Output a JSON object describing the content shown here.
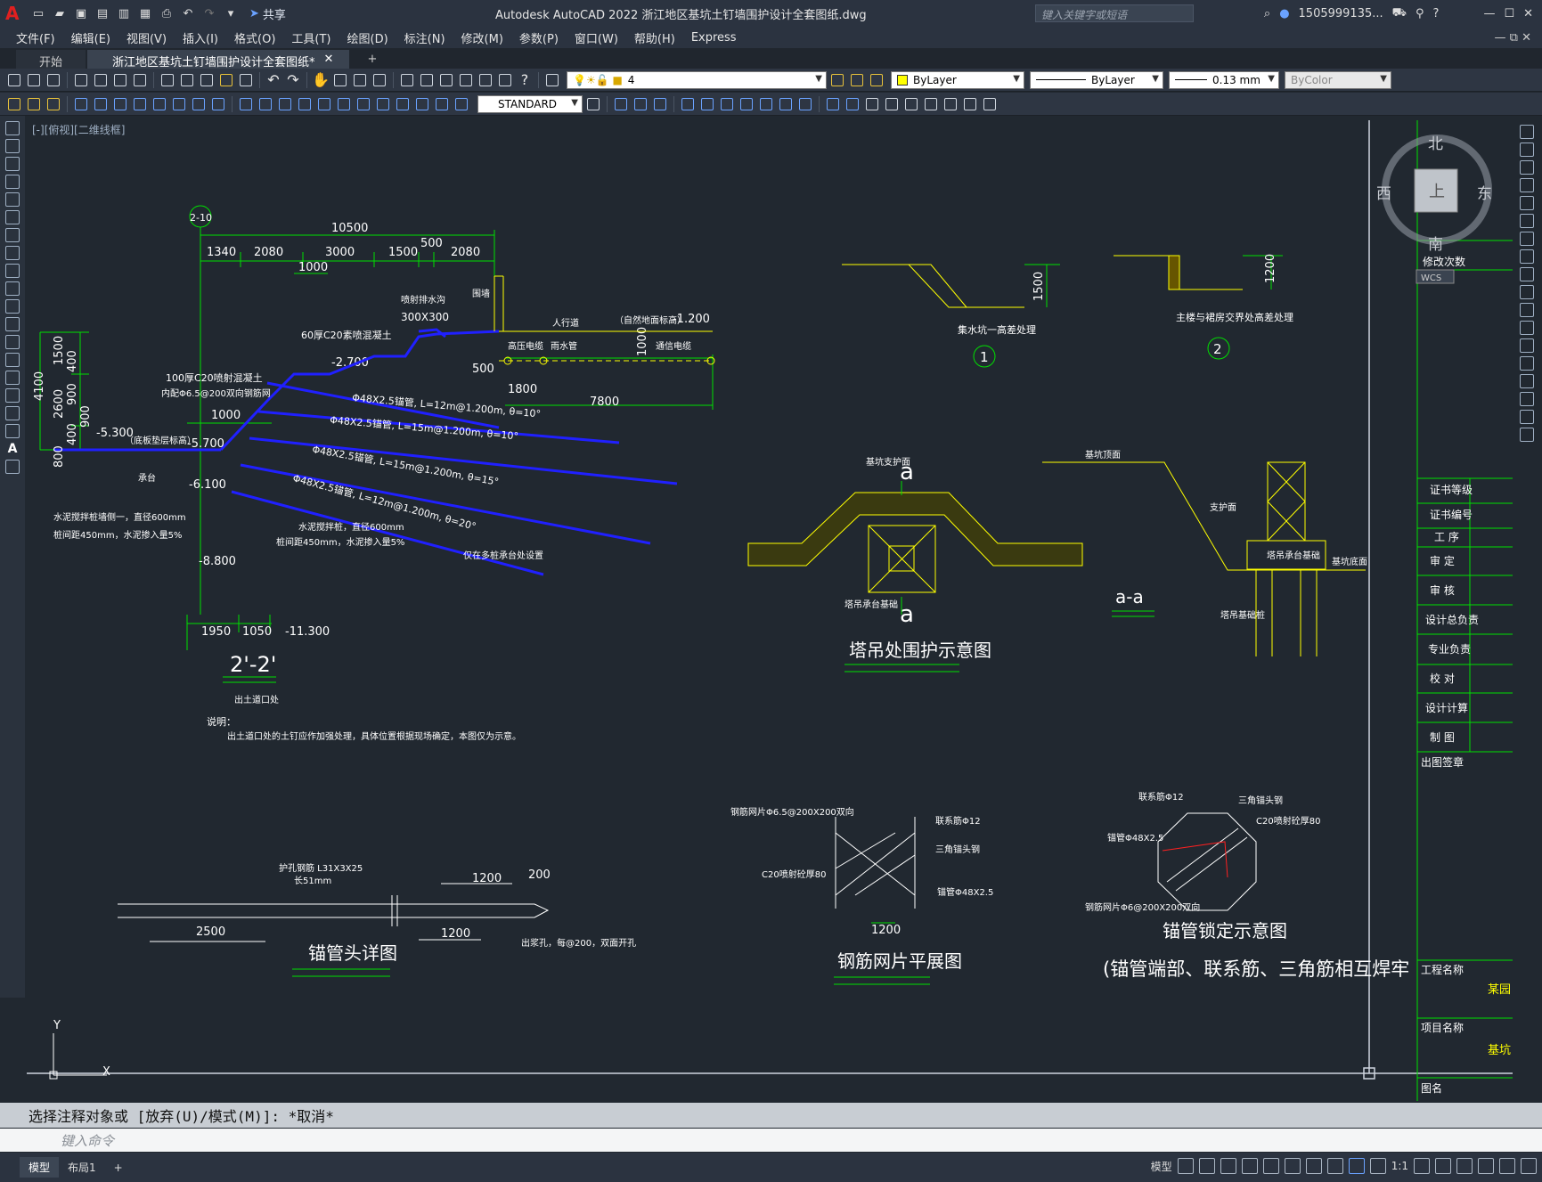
{
  "app": {
    "logo": "A",
    "title": "Autodesk AutoCAD 2022    浙江地区基坑土钉墙围护设计全套图纸.dwg",
    "share": "共享",
    "search_placeholder": "键入关键字或短语",
    "user": "1505999135...",
    "help": "?"
  },
  "menu": [
    "文件(F)",
    "编辑(E)",
    "视图(V)",
    "插入(I)",
    "格式(O)",
    "工具(T)",
    "绘图(D)",
    "标注(N)",
    "修改(M)",
    "参数(P)",
    "窗口(W)",
    "帮助(H)",
    "Express"
  ],
  "tabs": [
    "开始",
    "浙江地区基坑土钉墙围护设计全套图纸*"
  ],
  "toolbar": {
    "layer": "4",
    "color": "ByLayer",
    "linetype": "ByLayer",
    "lineweight": "0.13 mm",
    "plotstyle": "ByColor",
    "textstyle": "STANDARD"
  },
  "viewport": {
    "label": "[-][俯视][二维线框]"
  },
  "viewcube": {
    "north": "北",
    "south": "南",
    "east": "东",
    "west": "西",
    "top": "上",
    "wcs": "WCS"
  },
  "command": {
    "history": "选择注释对象或 [放弃(U)/模式(M)]: *取消*",
    "placeholder": "键入命令"
  },
  "status": {
    "model": "模型",
    "layout": "布局1",
    "add": "+",
    "model_right": "模型",
    "scale": "1:1"
  },
  "drawing": {
    "sec": {
      "id": "2-10",
      "total": "10500",
      "d1": "1340",
      "d2": "2080",
      "d3": "3000",
      "d4": "1500",
      "d5": "500",
      "d6": "2080",
      "d7": "1000",
      "l1": "喷射排水沟",
      "l1b": "300X300",
      "l2": "围墙",
      "l3": "人行道",
      "l4": "（自然地面标高）",
      "l4v": "-1.200",
      "l5": "60厚C20素喷混凝土",
      "l6": "-2.700",
      "l7": "100厚C20喷射混凝土",
      "l7b": "内配Φ6.5@200双向钢筋网",
      "l8": "高压电缆",
      "l9": "雨水管",
      "l10": "通信电缆",
      "v500": "500",
      "v1000": "1000",
      "v1800": "1800",
      "v7800": "7800",
      "n1": "Φ48X2.5锚管, L=12m@1.200m, θ=10°",
      "n2": "Φ48X2.5锚管, L=15m@1.200m, θ=10°",
      "n3": "Φ48X2.5锚管, L=15m@1.200m, θ=15°",
      "n4": "Φ48X2.5锚管, L=12m@1.200m, θ=20°",
      "h4100": "4100",
      "h1500": "1500",
      "h400": "400",
      "h2600": "2600",
      "h900": "900",
      "h900b": "900",
      "h400b": "400",
      "h800": "800",
      "e1": "-5.300",
      "e1b": "（底板垫层标高）",
      "e2": "-5.700",
      "e3": "-6.100",
      "e4": "-8.800",
      "e5": "-11.300",
      "e1000": "1000",
      "p1": "承台",
      "p2": "水泥搅拌桩墙侧一，直径600mm",
      "p2b": "桩间距450mm，水泥掺入量5%",
      "p3": "水泥搅拌桩，直径600mm",
      "p3b": "桩间距450mm，水泥掺入量5%",
      "p4": "仅在多桩承台处设置",
      "b1950": "1950",
      "b1050": "1050",
      "cap": "2'-2'",
      "capb": "出土道口处",
      "note": "说明：",
      "noteb": "出土道口处的土钉应作加强处理，具体位置根据现场确定，本图仅为示意。"
    },
    "d1": {
      "v": "1500",
      "t": "集水坑一高差处理",
      "n": "1"
    },
    "d2": {
      "v": "1200",
      "t": "主楼与裙房交界处高差处理",
      "n": "2"
    },
    "tower": {
      "a": "a",
      "a2": "a",
      "l1": "基坑支护面",
      "l2": "塔吊承台基础",
      "t": "塔吊处围护示意图",
      "aa": "a-a",
      "r1": "基坑顶面",
      "r2": "支护面",
      "r3": "塔吊承台基础",
      "r4": "基坑底面",
      "r5": "塔吊基础桩"
    },
    "pipe": {
      "l1": "护孔钢筋 L31X3X25",
      "l1b": "长51mm",
      "v1200": "1200",
      "v200": "200",
      "v2500": "2500",
      "v1200b": "1200",
      "l2": "出浆孔，每@200，双面开孔",
      "t": "锚管头详图"
    },
    "mesh": {
      "l1": "钢筋网片Φ6.5@200X200双向",
      "l2": "联系筋Φ12",
      "l3": "三角锚头钢",
      "l4": "C20喷射砼厚80",
      "l5": "锚管Φ48X2.5",
      "v": "1200",
      "t": "钢筋网片平展图"
    },
    "lock": {
      "l1": "联系筋Φ12",
      "l2": "三角锚头钢",
      "l3": "C20喷射砼厚80",
      "l4": "锚管Φ48X2.5",
      "l5": "钢筋网片Φ6@200X200双向",
      "t": "锚管锁定示意图",
      "t2": "(锚管端部、联系筋、三角筋相互焊牢"
    },
    "titleblock": [
      "证书等级",
      "证书编号",
      "工 序",
      "审 定",
      "审 核",
      "设计总负责",
      "专业负责",
      "校 对",
      "设计计算",
      "制 图"
    ],
    "tb_mod": "修改次数",
    "tb_out": "出图签章",
    "tb_proj": "工程名称",
    "tb_proj_v": "某园",
    "tb_item": "项目名称",
    "tb_item_v": "基坑",
    "tb_drw": "图名"
  }
}
